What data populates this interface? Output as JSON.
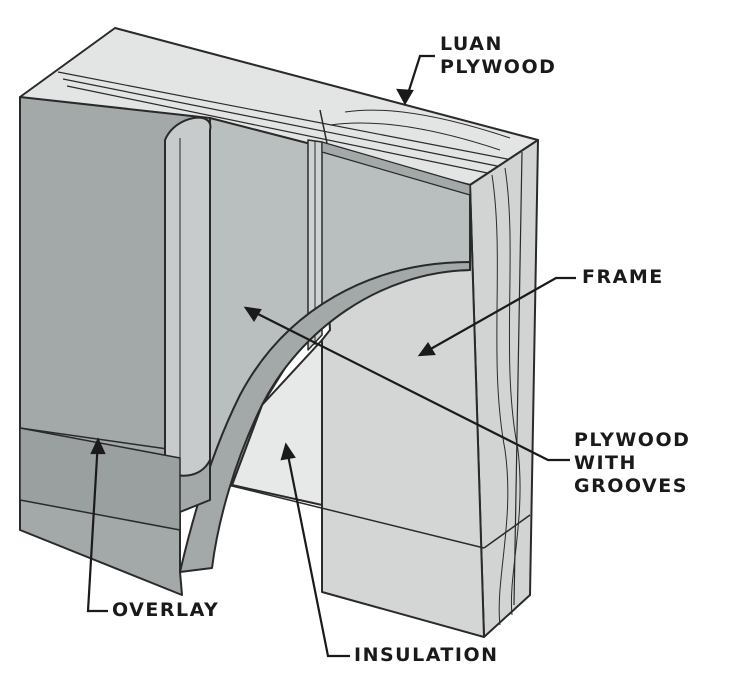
{
  "labels": {
    "luan_line1": "LUAN",
    "luan_line2": "PLYWOOD",
    "frame": "FRAME",
    "grooves_line1": "PLYWOOD",
    "grooves_line2": "WITH",
    "grooves_line3": "GROOVES",
    "overlay": "OVERLAY",
    "insulation": "INSULATION"
  },
  "colors": {
    "outline": "#2a2a2a",
    "overlay_face": "#a3a8a8",
    "plywood_face": "#b9bebe",
    "frame_face": "#d4d6d6",
    "insulation_face": "#e7e8e8",
    "top_edge": "#e3e4e4",
    "dark_edge": "#8f9595"
  }
}
